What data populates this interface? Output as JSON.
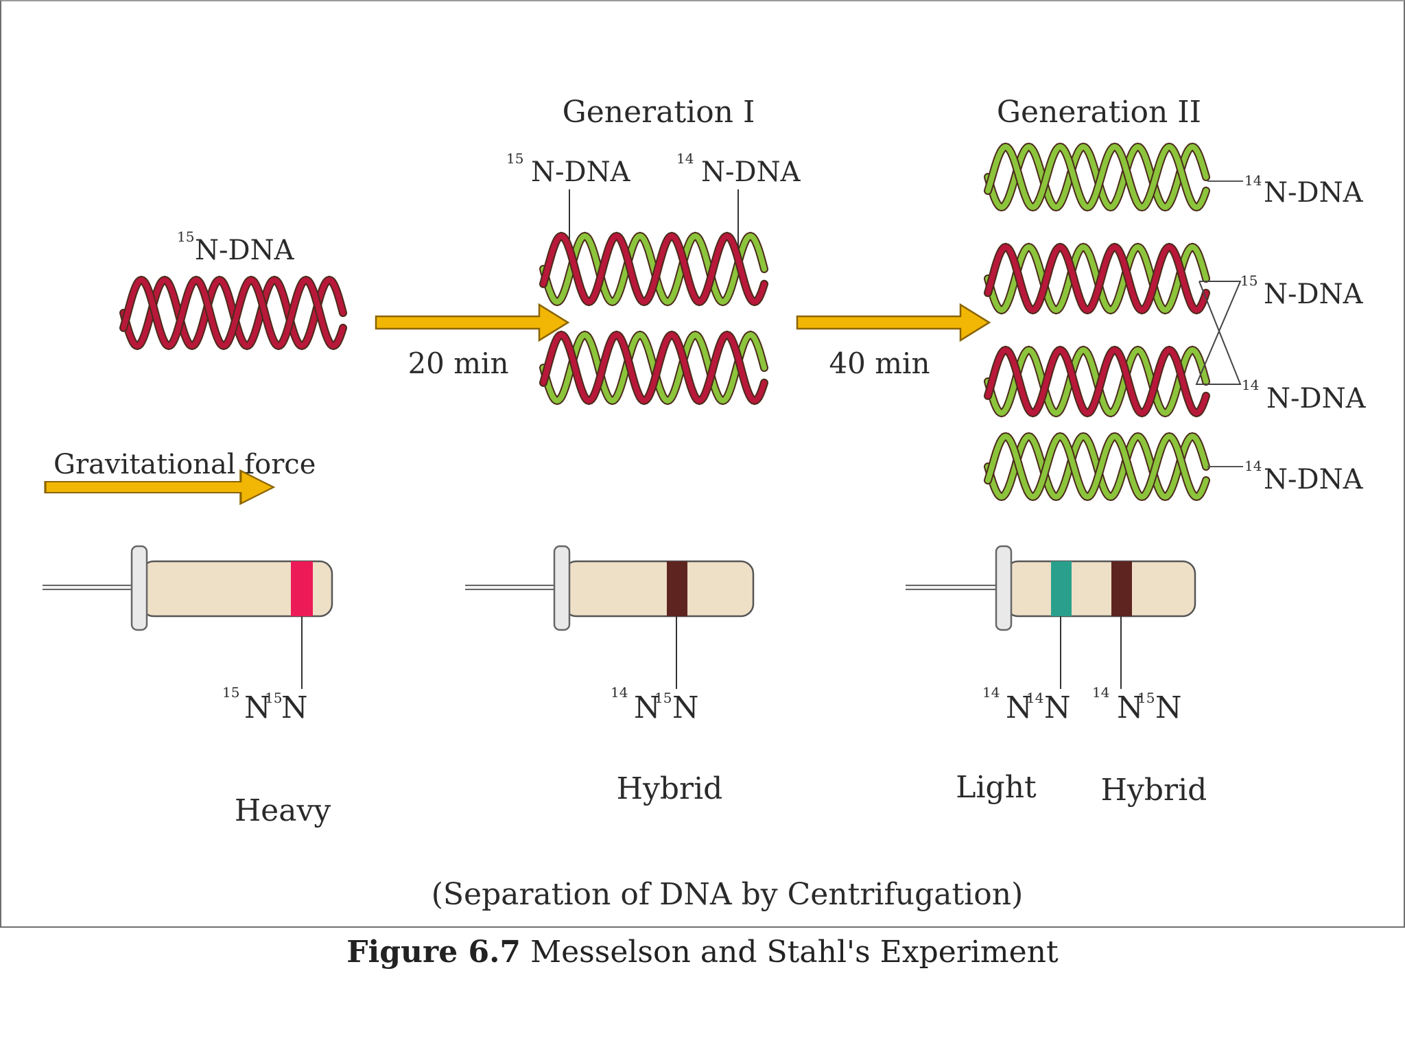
{
  "stage_heavy": {
    "label": "N-DNA",
    "isotope": "15"
  },
  "arrow_20": "20 min",
  "arrow_40": "40 min",
  "generation_1": {
    "title": "Generation I",
    "strand_labels": [
      {
        "isotope": "15",
        "text": "N-DNA"
      },
      {
        "isotope": "14",
        "text": "N-DNA"
      }
    ]
  },
  "generation_2": {
    "title": "Generation II",
    "labels": [
      {
        "isotope": "14",
        "text": "N-DNA"
      },
      {
        "isotope": "15",
        "text": "N-DNA"
      },
      {
        "isotope": "14",
        "text": "N-DNA"
      },
      {
        "isotope": "14",
        "text": "N-DNA"
      }
    ]
  },
  "gravity_label": "Gravitational force",
  "tubes": [
    {
      "bands": [
        {
          "sup1": "15",
          "base1": "N",
          "sup2": "15",
          "base2": "N",
          "color": "#ec1a57"
        }
      ],
      "density_label": "Heavy"
    },
    {
      "bands": [
        {
          "sup1": "14",
          "base1": "N",
          "sup2": "15",
          "base2": "N",
          "color": "#5e2420"
        }
      ],
      "density_label": "Hybrid"
    },
    {
      "bands": [
        {
          "sup1": "14",
          "base1": "N",
          "sup2": "14",
          "base2": "N",
          "color": "#2aa08c",
          "density_label": "Light"
        },
        {
          "sup1": "14",
          "base1": "N",
          "sup2": "15",
          "base2": "N",
          "color": "#5e2420",
          "density_label": "Hybrid"
        }
      ]
    }
  ],
  "subcaption": "(Separation of DNA by Centrifugation)",
  "figure_caption": {
    "number": "Figure 6.7",
    "title": "Messelson and Stahl's Experiment"
  },
  "colors": {
    "heavy_strand": "#b8183a",
    "light_strand": "#8cc43c",
    "arrow": "#f2b705",
    "tube": "#eedfc7"
  }
}
